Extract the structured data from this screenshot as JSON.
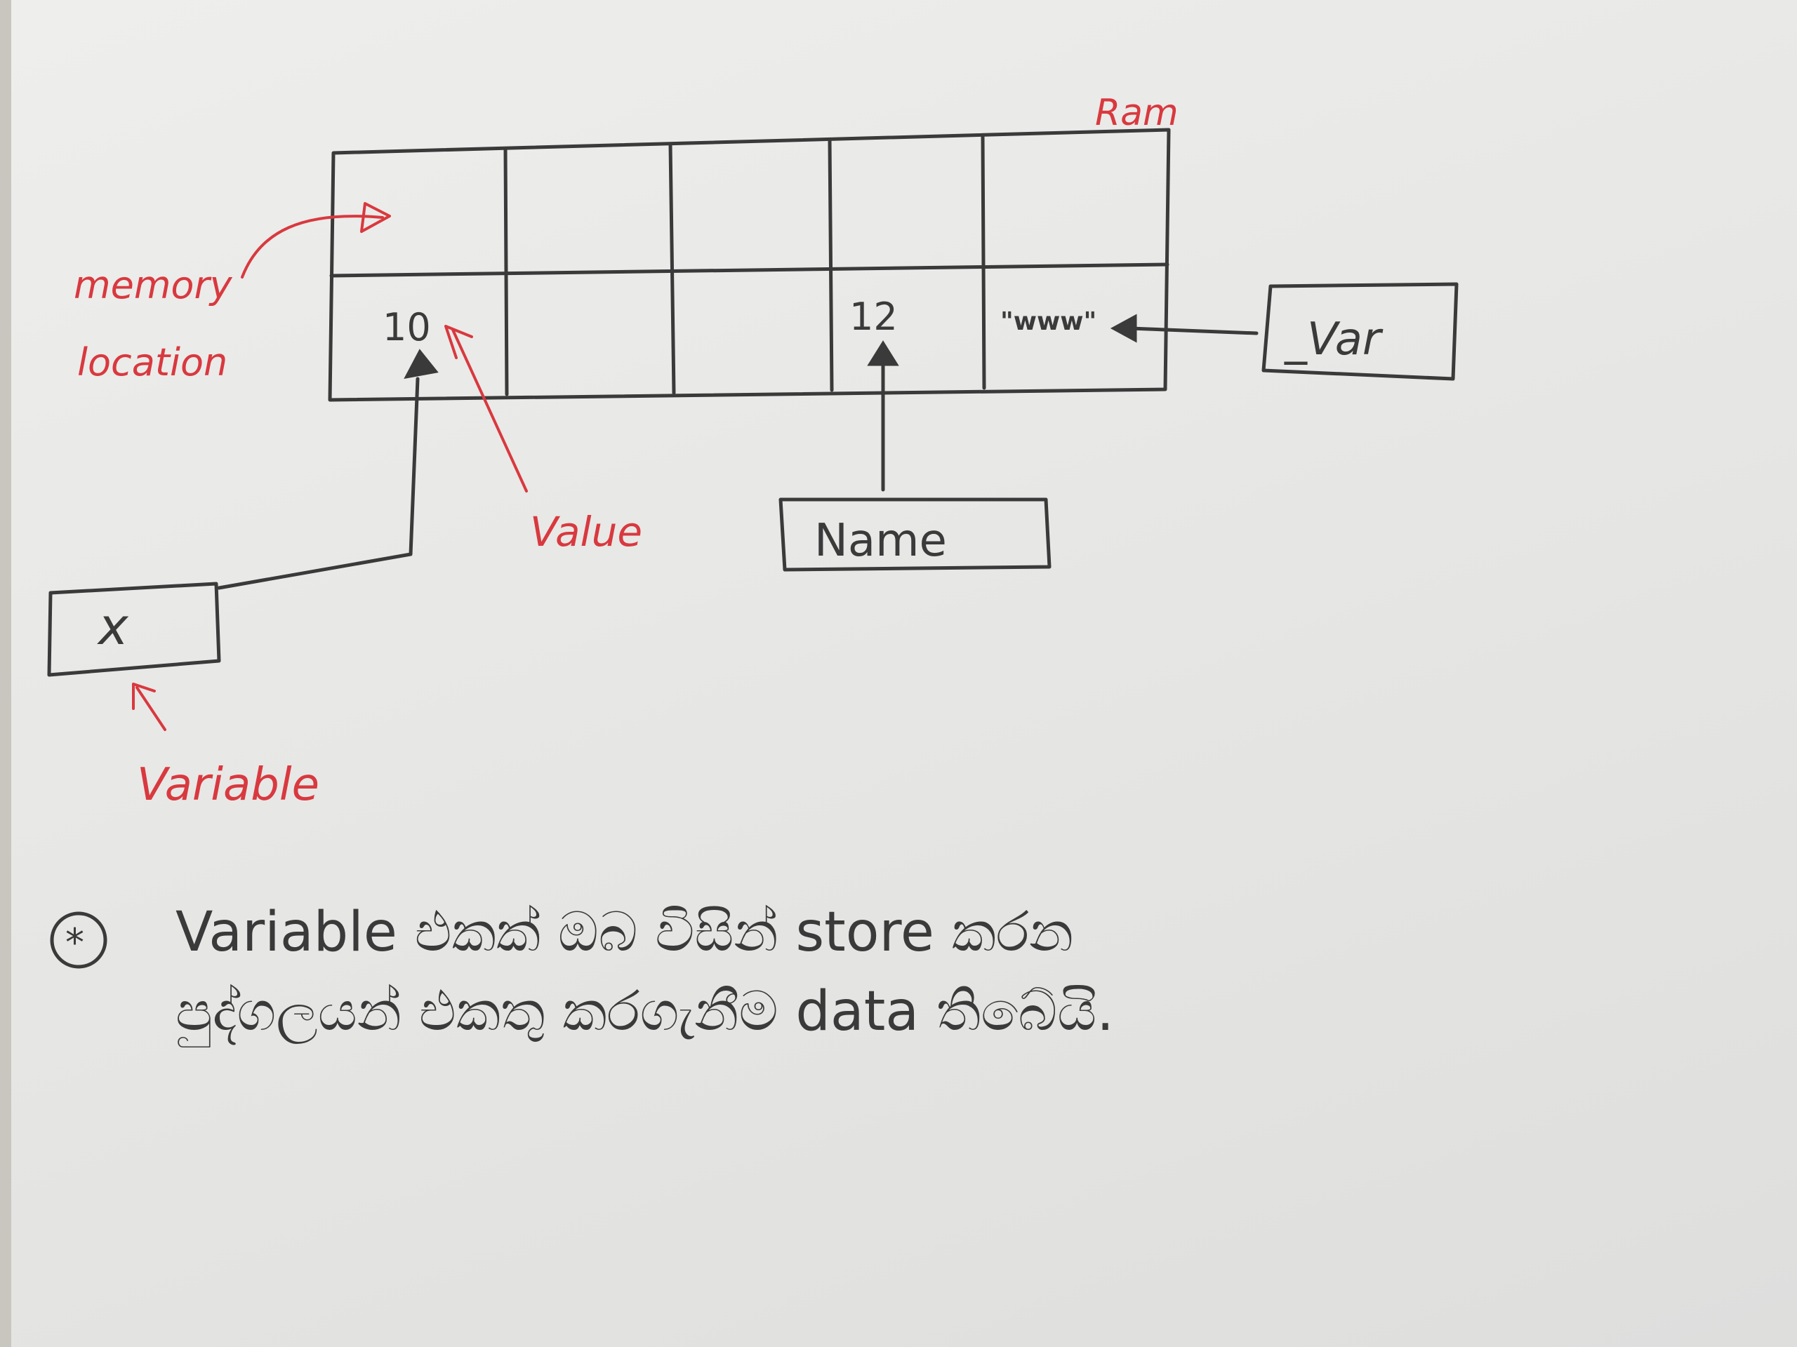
{
  "diagram": {
    "title": "Ram",
    "cells_top": [
      "",
      "",
      "",
      "",
      ""
    ],
    "cells_bottom": [
      "10",
      "",
      "",
      "12",
      "\"www\""
    ],
    "boxes": {
      "x": "x",
      "name": "Name",
      "var": "_Var"
    },
    "annotations": {
      "memory_location_1": "memory",
      "memory_location_2": "location",
      "value": "Value",
      "variable": "Variable"
    }
  },
  "note": {
    "marker": "*",
    "line1": "Variable එකක් ඔබ විසින් store කරන",
    "line2": "පුද්ගලයන් එකතු කරගැනීම data තිබේයි."
  },
  "colors": {
    "ink": "#3a3a3a",
    "red": "#d8393f",
    "paper": "#e9e9e7"
  }
}
